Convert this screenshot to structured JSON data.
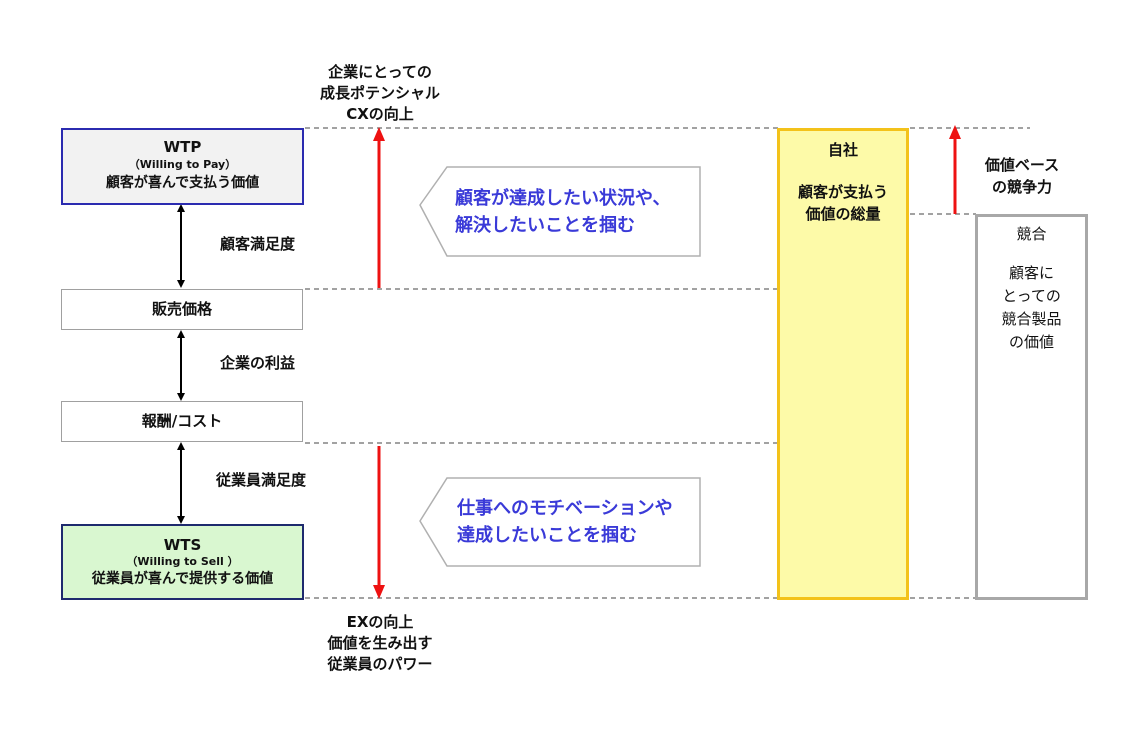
{
  "wtp": {
    "title": "WTP",
    "sub": "（Willing to Pay）",
    "desc": "顧客が喜んで支払う価値"
  },
  "price_box": {
    "label": "販売価格"
  },
  "cost_box": {
    "label": "報酬/コスト"
  },
  "wts": {
    "title": "WTS",
    "sub": "（Willing to Sell ）",
    "desc": "従業員が喜んで提供する価値"
  },
  "gaps": {
    "customer_satisfaction": "顧客満足度",
    "company_profit": "企業の利益",
    "employee_satisfaction": "従業員満足度"
  },
  "top_note": {
    "line1": "企業にとっての",
    "line2": "成長ポテンシャル",
    "line3": "CXの向上"
  },
  "bottom_note": {
    "line1": "EXの向上",
    "line2": "価値を生み出す",
    "line3": "従業員のパワー"
  },
  "callout_customer": {
    "line1": "顧客が達成したい状況や、",
    "line2": "解決したいことを掴む"
  },
  "callout_employee": {
    "line1": "仕事へのモチベーションや",
    "line2": "達成したいことを掴む"
  },
  "own_company": {
    "title": "自社",
    "line1": "顧客が支払う",
    "line2": "価値の総量"
  },
  "value_competitiveness": {
    "line1": "価値ベース",
    "line2": "の競争力"
  },
  "competitor": {
    "title": "競合",
    "line1": "顧客に",
    "line2": "とっての",
    "line3": "競合製品",
    "line4": "の価値"
  },
  "colors": {
    "wtp_border": "#2b2bb0",
    "wtp_fill": "#f2f2f2",
    "wts_border": "#1e2a6e",
    "wts_fill": "#d9f7d0",
    "red_arrow": "#ee1111",
    "callout_text": "#3a3ad8",
    "own_border": "#f3c21a",
    "own_fill": "#fdfaa8",
    "competitor_border": "#a8a8a8"
  }
}
